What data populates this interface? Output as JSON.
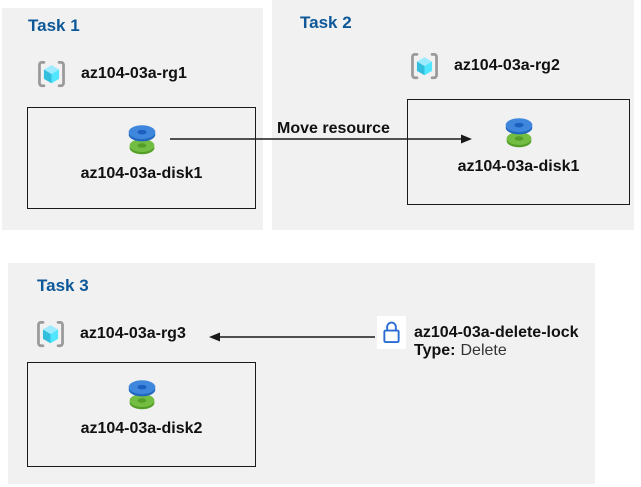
{
  "tasks": [
    {
      "title": "Task 1",
      "resource_group_name": "az104-03a-rg1",
      "resource_name": "az104-03a-disk1"
    },
    {
      "title": "Task 2",
      "resource_group_name": "az104-03a-rg2",
      "resource_name": "az104-03a-disk1"
    },
    {
      "title": "Task 3",
      "resource_group_name": "az104-03a-rg3",
      "resource_name": "az104-03a-disk2"
    }
  ],
  "arrows": {
    "move_label": "Move resource"
  },
  "lock": {
    "name": "az104-03a-delete-lock",
    "type_label": "Type:",
    "type_value": "Delete"
  },
  "colors": {
    "task_title_blue": "#0d5899",
    "group_box_bg": "#f1f1f1",
    "box_border_black": "#1a1a1a",
    "lock_blue": "#2b6cd4",
    "disk_blue_top": "#3e87dd",
    "disk_blue_side": "#2268bf",
    "disk_green_top": "#73bd43",
    "disk_green_side": "#539e28",
    "cube_top": "#9cebff",
    "cube_left": "#32bedd",
    "cube_right": "#50e6ff",
    "bracket_gray": "#9a9a9a"
  },
  "icons": {
    "resource_group": "azure cube between gray brackets",
    "disk": "stacked blue and green discs",
    "lock": "blue padlock outline on white plate"
  }
}
